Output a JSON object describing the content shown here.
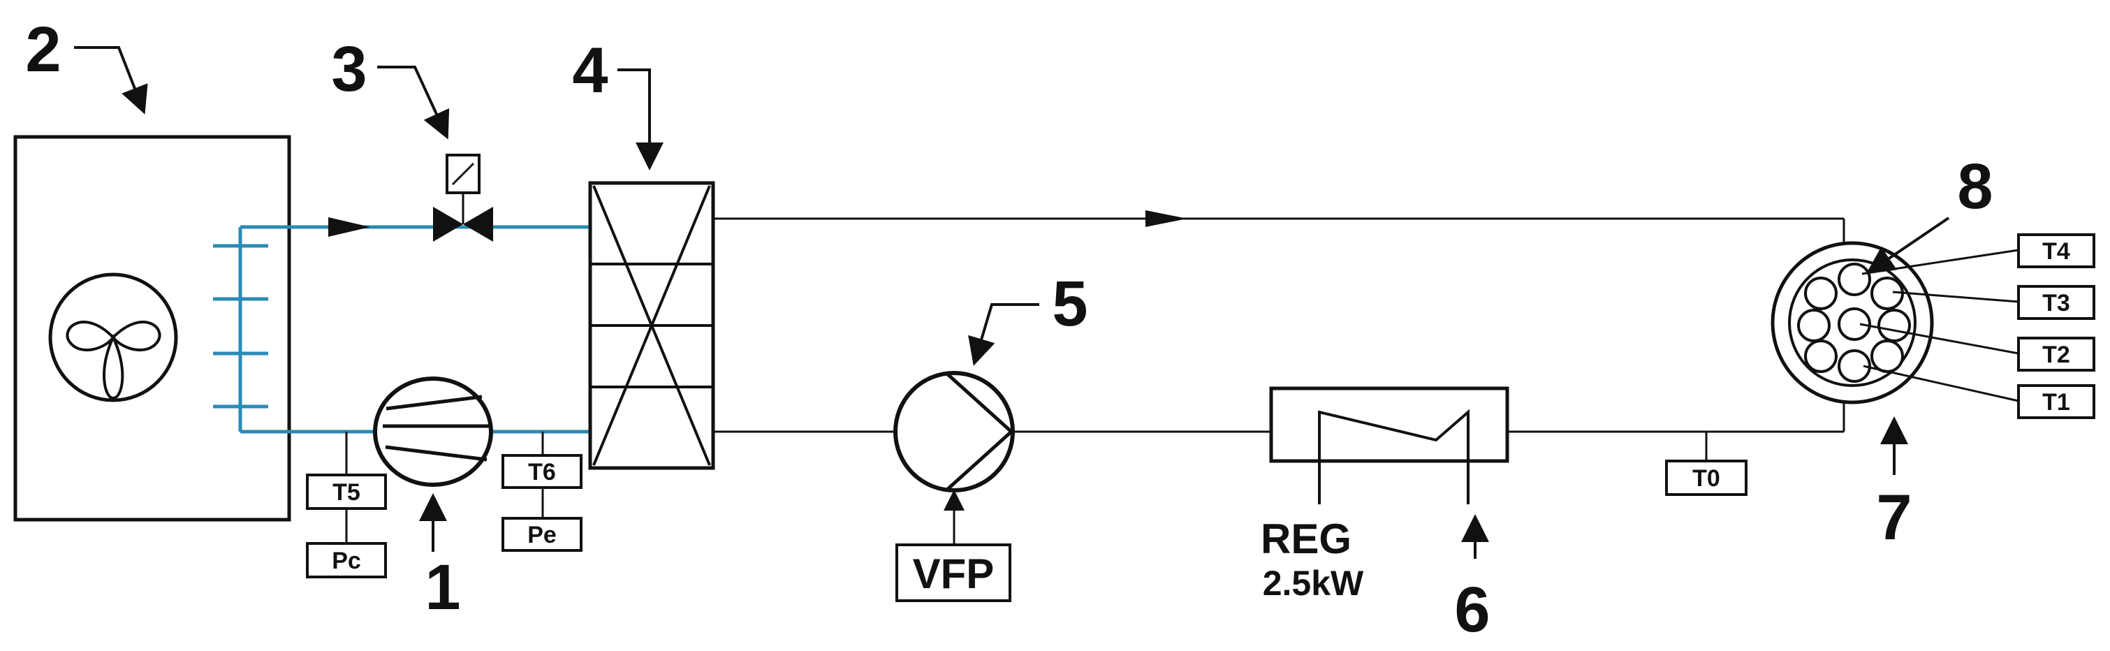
{
  "callouts": {
    "n1": "1",
    "n2": "2",
    "n3": "3",
    "n4": "4",
    "n5": "5",
    "n6": "6",
    "n7": "7",
    "n8": "8"
  },
  "sensors": {
    "t0": "T0",
    "t1": "T1",
    "t2": "T2",
    "t3": "T3",
    "t4": "T4",
    "t5": "T5",
    "t6": "T6",
    "pc": "Pc",
    "pe": "Pe"
  },
  "pump_drive": "VFP",
  "heater": {
    "label": "REG",
    "power": "2.5kW"
  },
  "colors": {
    "refrigerant_line": "#2a8bb5",
    "line": "#111111"
  },
  "icons": [
    "fan-icon",
    "solenoid-valve-icon",
    "compressor-icon",
    "pump-icon",
    "heat-exchanger-icon",
    "heater-icon",
    "test-section-icon"
  ]
}
